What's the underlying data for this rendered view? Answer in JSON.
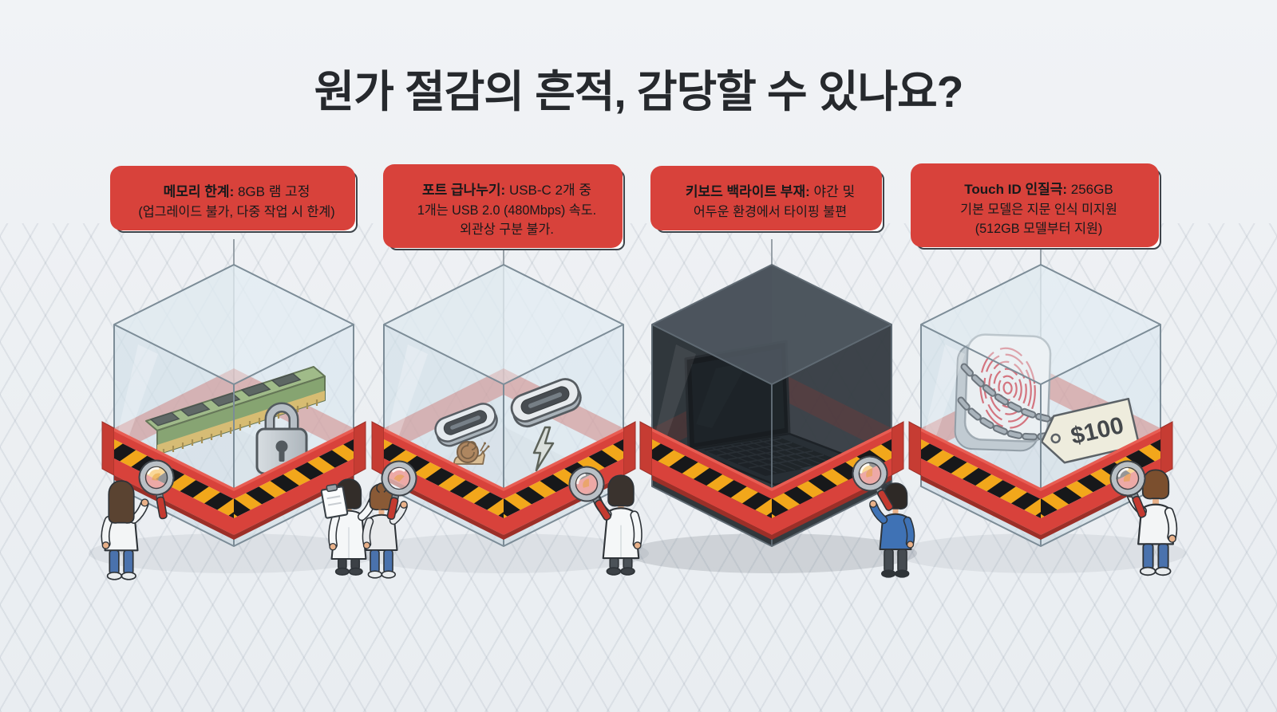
{
  "title": "원가 절감의 흔적, 감당할 수 있나요?",
  "cards": [
    {
      "bold": "메모리 한계:",
      "rest": " 8GB 램 고정",
      "line2": "(업그레이드 불가, 다중 작업 시 한계)"
    },
    {
      "bold": "포트 급나누기:",
      "rest": " USB-C 2개 중",
      "line2": "1개는 USB 2.0 (480Mbps) 속도.",
      "line3": "외관상 구분 불가."
    },
    {
      "bold": "키보드 백라이트 부재:",
      "rest": " 야간 및",
      "line2": "어두운 환경에서 타이핑 불편"
    },
    {
      "bold": "Touch ID 인질극:",
      "rest": " 256GB",
      "line2": "기본 모델은 지문 인식 미지원",
      "line3": "(512GB 모델부터 지원)"
    }
  ],
  "tag": {
    "price": "$100"
  },
  "icons": {
    "cube1": [
      "ram-stick-icon",
      "padlock-icon"
    ],
    "cube2": [
      "usb-c-port-icon",
      "usb-c-port-icon",
      "snail-icon",
      "lightning-bolt-icon"
    ],
    "cube3": [
      "laptop-icon"
    ],
    "cube4": [
      "touch-id-fingerprint-icon",
      "chain-icon",
      "price-tag"
    ],
    "people": [
      "magnifying-glass-icon",
      "clipboard-icon"
    ]
  },
  "colors": {
    "accent_red": "#d8423b",
    "hazard_yellow": "#f2a71b",
    "hazard_black": "#17181a",
    "glass_tint": "#dcebf2",
    "dark_cube": "#2e353c",
    "title_text": "#26292d"
  }
}
